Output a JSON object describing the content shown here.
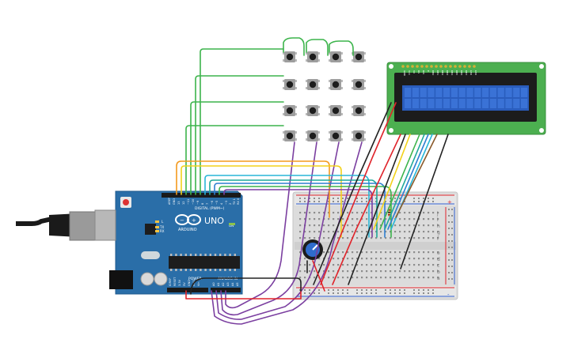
{
  "arduino": {
    "brand": "ARDUINO",
    "model": "UNO",
    "digital_header": "DIGITAL (PWM~)",
    "power_header": "POWER",
    "analog_header": "ANALOG IN",
    "on_label": "ON",
    "aref": "AREF",
    "gnd": "GND",
    "digital_pins": [
      "13",
      "12",
      "~11",
      "~10",
      "~9",
      "8",
      "7",
      "~6",
      "~5",
      "4",
      "~3",
      "2",
      "TX 1",
      "RX 0"
    ],
    "led_labels": [
      "L",
      "TX",
      "RX"
    ],
    "power_pins": [
      "IOREF",
      "RESET",
      "3.3V",
      "5V",
      "GND",
      "GND",
      "Vin"
    ],
    "analog_pins": [
      "A0",
      "A1",
      "A2",
      "A3",
      "A4",
      "A5"
    ]
  },
  "lcd": {
    "pin_labels": [
      "GND",
      "VCC",
      "V0",
      "RS",
      "RW",
      "E",
      "DB0",
      "DB1",
      "DB2",
      "DB3",
      "DB4",
      "DB5",
      "DB6",
      "DB7",
      "LED",
      "LED"
    ]
  },
  "breadboard": {
    "row_letters_top": [
      "j",
      "i",
      "h",
      "g",
      "f"
    ],
    "row_letters_bottom": [
      "e",
      "d",
      "c",
      "b",
      "a"
    ],
    "rail_signs": [
      "+",
      "-"
    ]
  },
  "keypad": {
    "rows": 4,
    "cols": 4
  },
  "wire_colors": {
    "green": "#3cb44b",
    "purple": "#7b3fa0",
    "orange": "#f39a1e",
    "yellow": "#f2d21b",
    "red": "#e0242b",
    "black": "#222222",
    "blue": "#2f7fd1",
    "cyan": "#29b6d8",
    "brown": "#8a5a2b",
    "teal": "#1fa89a"
  }
}
